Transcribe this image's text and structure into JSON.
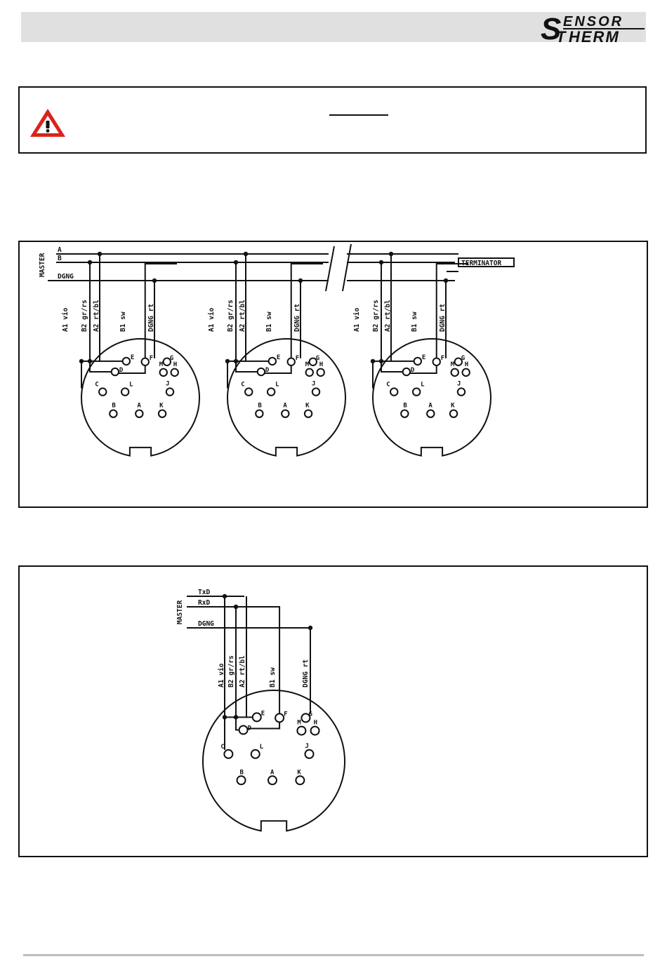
{
  "header": {
    "brand_top": "ENSOR",
    "brand_top_accent": "R",
    "brand_bottom": "HERM",
    "brand_initial_top": "S",
    "brand_initial_bottom": "T",
    "accent_color": "#d9241b"
  },
  "warning": {
    "icon": "warning-triangle-icon"
  },
  "bus_diagram": {
    "master_label": "MASTER",
    "lines": [
      "A",
      "B",
      "DGNG"
    ],
    "terminator_label": "TERMINATOR",
    "wire_labels": [
      "A1 vio",
      "B2 gr/rs",
      "A2 rt/bl",
      "B1 sw",
      "DGNG rt"
    ],
    "pins": [
      "A",
      "B",
      "C",
      "D",
      "E",
      "F",
      "G",
      "H",
      "J",
      "K",
      "L",
      "M"
    ],
    "connector_count": 3
  },
  "single_diagram": {
    "master_label": "MASTER",
    "lines": [
      "TxD",
      "RxD",
      "DGNG"
    ],
    "wire_labels": [
      "A1 vio",
      "B2 gr/rs",
      "A2 rt/bl",
      "B1 sw",
      "DGNG rt"
    ],
    "pins": [
      "A",
      "B",
      "C",
      "D",
      "E",
      "F",
      "G",
      "H",
      "J",
      "K",
      "L",
      "M"
    ]
  }
}
